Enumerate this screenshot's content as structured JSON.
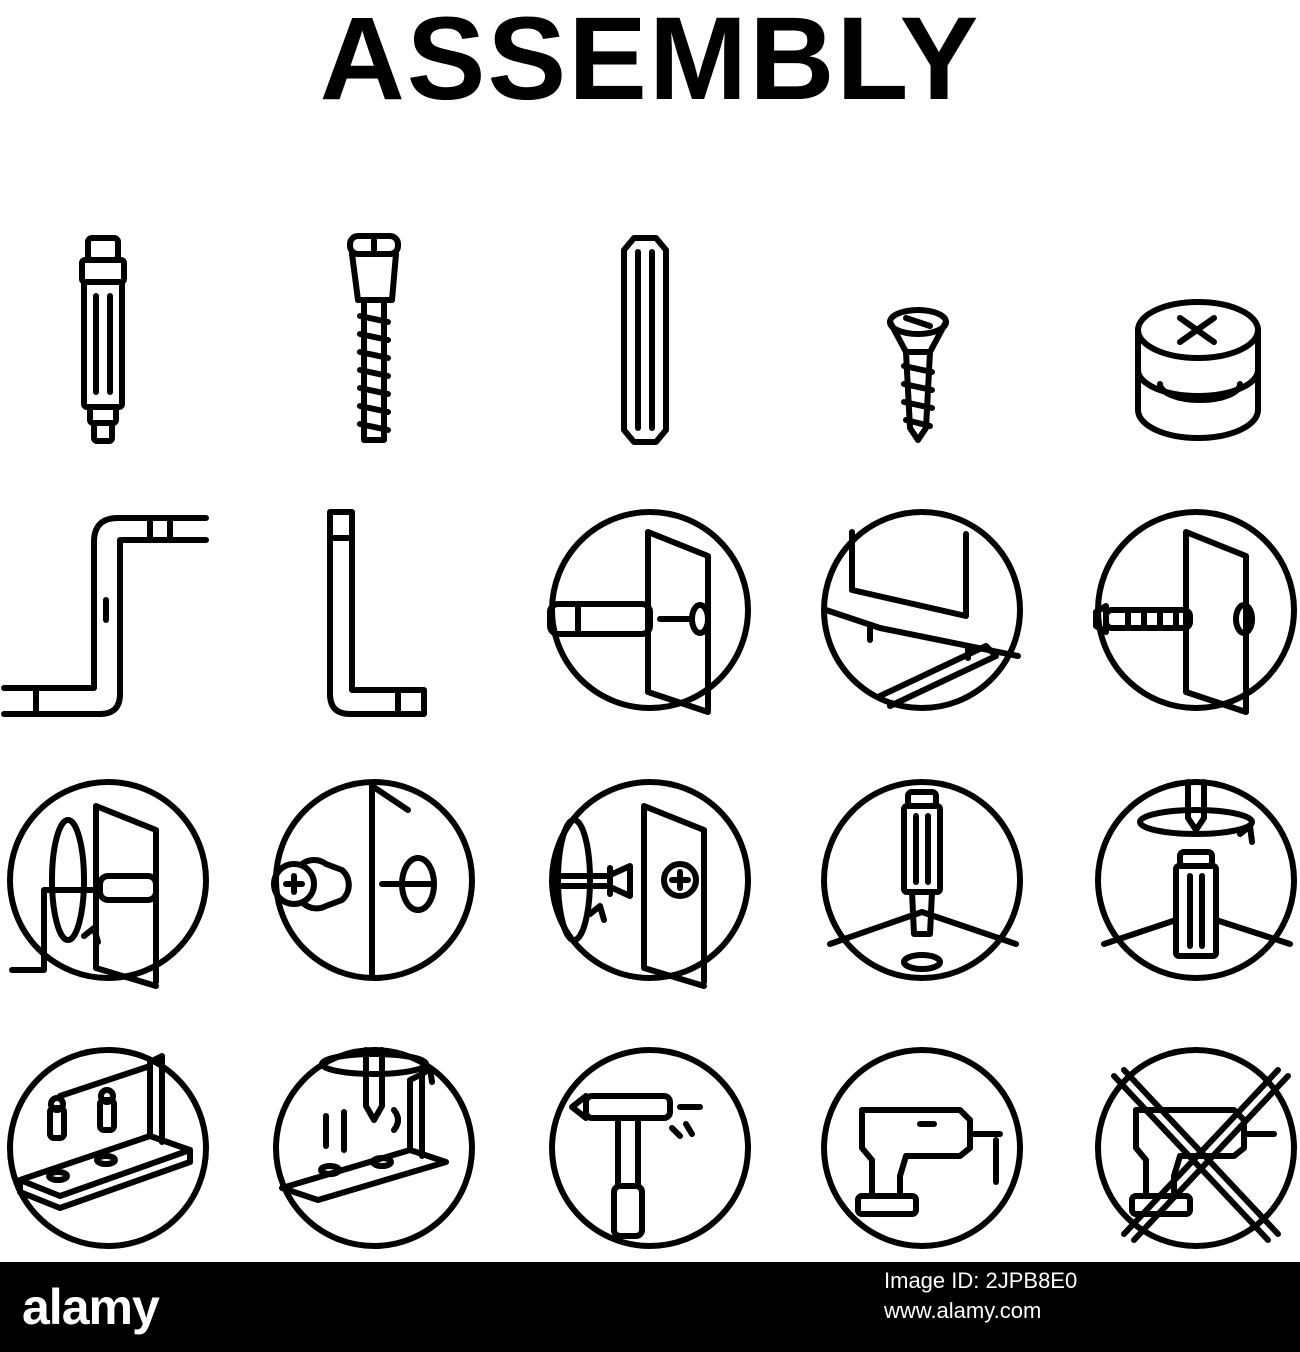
{
  "title": "ASSEMBLY",
  "icons": [
    "dowel-screw-icon",
    "confirmat-screw-icon",
    "wooden-dowel-icon",
    "countersunk-screw-icon",
    "cam-lock-nut-icon",
    "crank-wrench-icon",
    "hex-key-icon",
    "insert-dowel-into-panel-icon",
    "join-panels-icon",
    "insert-screw-into-panel-icon",
    "turn-with-crank-icon",
    "insert-cam-lock-icon",
    "screwdriver-tighten-icon",
    "screw-dowel-into-base-icon",
    "tighten-dowel-icon",
    "fasteners-on-bracket-icon",
    "drill-into-bracket-icon",
    "hammer-icon",
    "power-drill-icon",
    "no-power-drill-icon"
  ],
  "footer": {
    "logo": "alamy",
    "image_id": "Image ID: 2JPB8E0",
    "site": "www.alamy.com"
  }
}
